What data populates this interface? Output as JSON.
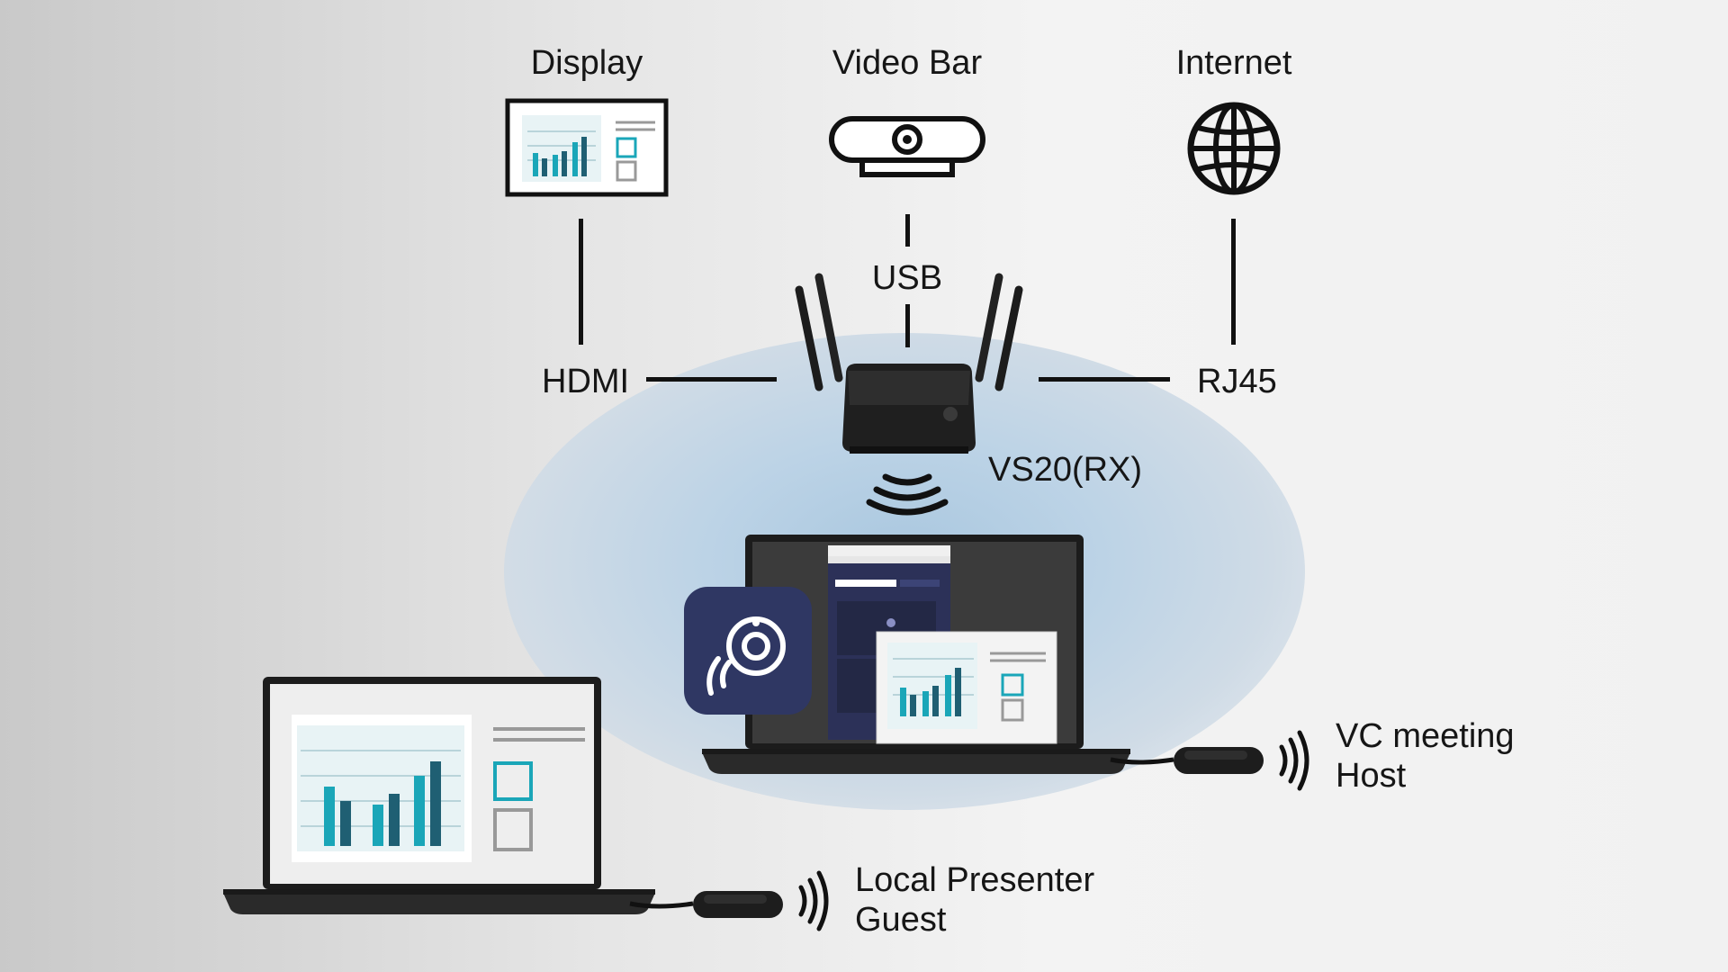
{
  "top_labels": {
    "display": "Display",
    "video_bar": "Video Bar",
    "internet": "Internet"
  },
  "connections": {
    "usb": "USB",
    "hdmi": "HDMI",
    "rj45": "RJ45"
  },
  "receiver": {
    "name": "VS20(RX)"
  },
  "devices": {
    "host_line1": "VC meeting",
    "host_line2": "Host",
    "guest_line1": "Local Presenter",
    "guest_line2": "Guest"
  },
  "colors": {
    "accent_teal": "#1aa6b8",
    "dark_teal": "#1f5f73",
    "app_icon_bg": "#2f3763",
    "glow": "#a9c7df",
    "line": "#111111"
  },
  "icons": [
    "display-icon",
    "video-bar-icon",
    "globe-icon",
    "router-icon",
    "wireless-signal-icon",
    "presentation-app-icon",
    "usb-dongle-icon",
    "laptop-icon"
  ]
}
